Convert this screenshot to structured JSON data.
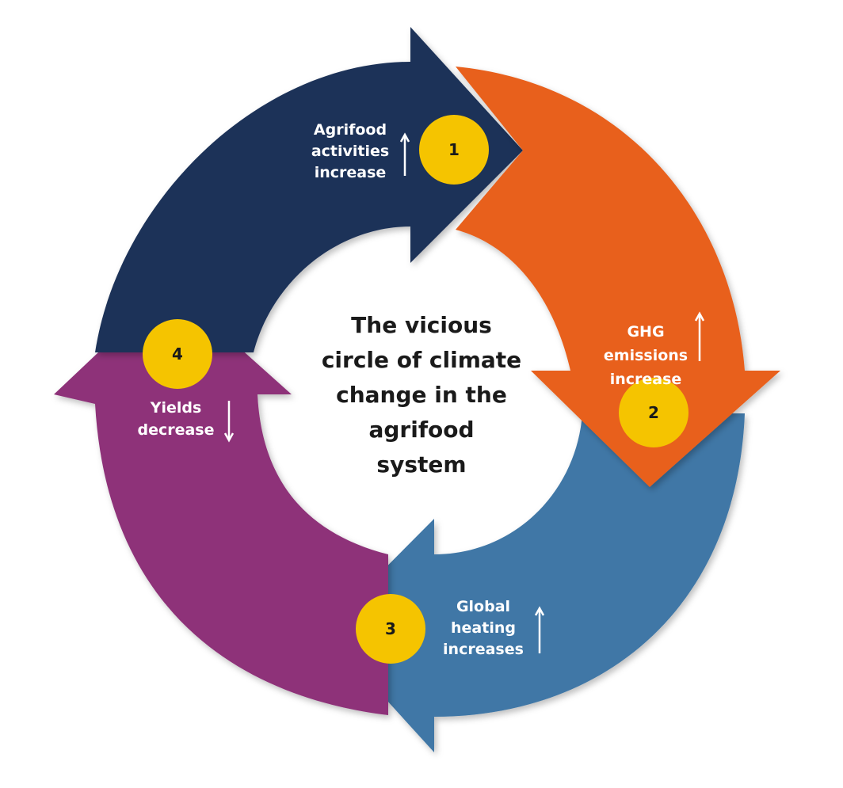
{
  "center_title": [
    "The vicious",
    "circle of climate",
    "change in the",
    "agrifood",
    "system"
  ],
  "steps": [
    {
      "number": "1",
      "label": [
        "Agrifood",
        "activities",
        "increase"
      ],
      "trend": "up",
      "color": "#1e3358"
    },
    {
      "number": "2",
      "label": [
        "GHG",
        "emissions",
        "increase"
      ],
      "trend": "up",
      "color": "#e8611f"
    },
    {
      "number": "3",
      "label": [
        "Global",
        "heating",
        "increases"
      ],
      "trend": "up",
      "color": "#3f77a6"
    },
    {
      "number": "4",
      "label": [
        "Yields",
        "decrease"
      ],
      "trend": "down",
      "color": "#8e3279"
    }
  ],
  "badge_color": "#f5c400",
  "text_color": "#ffffff",
  "title_color": "#1a1a1a"
}
